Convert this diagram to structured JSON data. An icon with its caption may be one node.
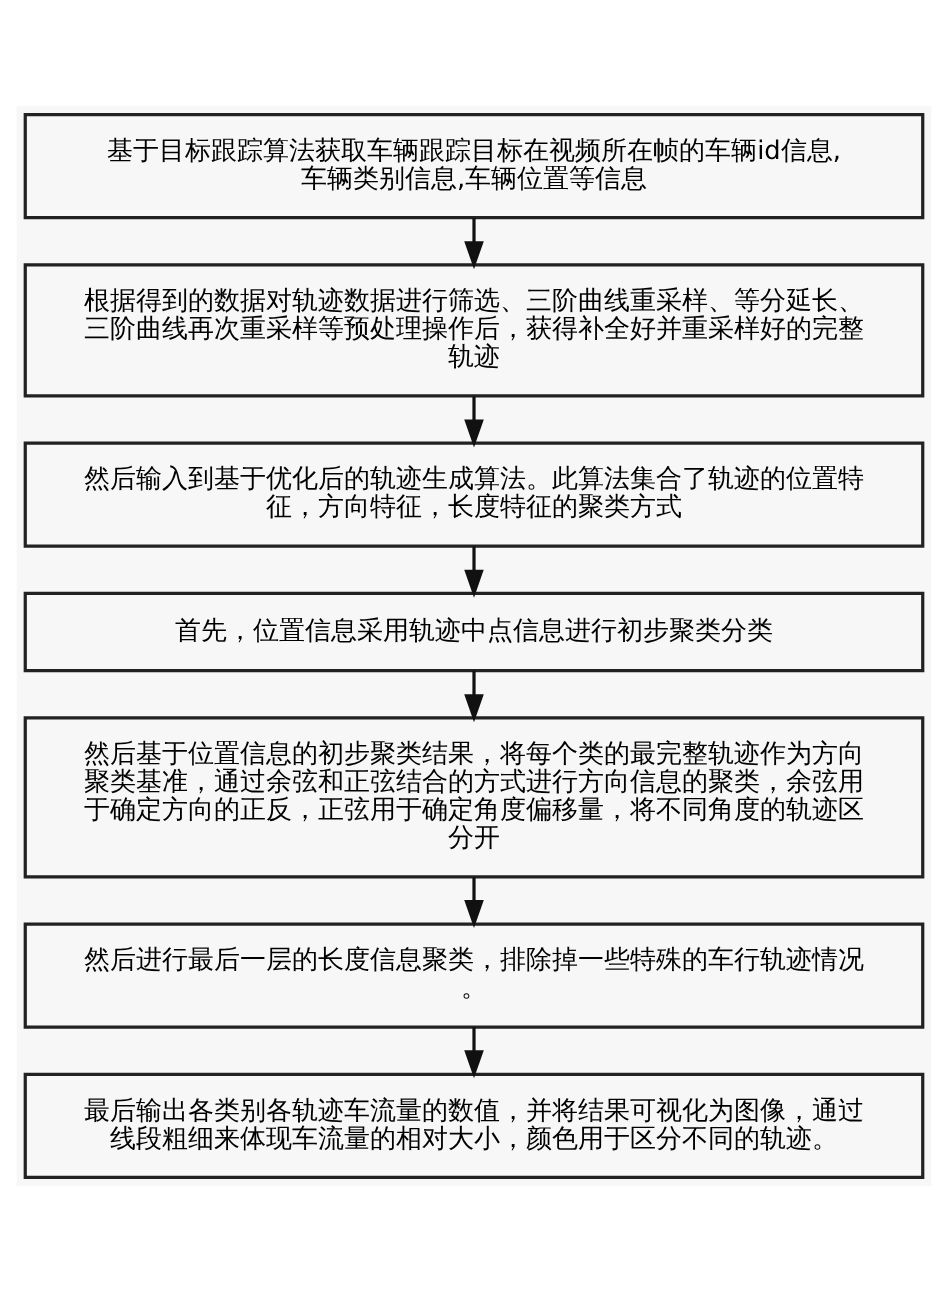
{
  "diagram": {
    "nodes": [
      {
        "text": [
          "基于目标跟踪算法获取车辆跟踪目标在视频所在帧的车辆id信息,车辆类别信息,车辆位置等信息"
        ]
      },
      {
        "text": [
          "根据得到的数据对轨迹数据进行筛选、三阶曲线重采样、等分延长、三阶曲线再次重采样等预处理操作后，获得补全好并重采样好的完整轨迹"
        ]
      },
      {
        "text": [
          "然后输入到基于优化后的轨迹生成算法。此算法集合了轨迹的位置特征，方向特征，长度特征的聚类方式"
        ]
      },
      {
        "text": [
          "首先，位置信息采用轨迹中点信息进行初步聚类分类"
        ]
      },
      {
        "text": [
          "然后基于位置信息的初步聚类结果，将每个类的最完整轨迹作为方向聚类基准，通过余弦和正弦结合的方式进行方向信息的聚类，余弦用于确定方向的正反，正弦用于确定角度偏移量，将不同角度的轨迹区分开"
        ]
      },
      {
        "text": [
          "然后进行最后一层的长度信息聚类，排除掉一些特殊的车行轨迹情况。"
        ]
      },
      {
        "text": [
          "最后输出各类别各轨迹车流量的数值，并将结果可视化为图像，通过线段粗细来体现车流量的相对大小，颜色用于区分不同的轨迹。"
        ]
      }
    ],
    "edges": [
      {
        "from": 0,
        "to": 1,
        "arrow": "to"
      },
      {
        "from": 1,
        "to": 2,
        "arrow": "to"
      },
      {
        "from": 2,
        "to": 3,
        "arrow": "to"
      },
      {
        "from": 3,
        "to": 4,
        "arrow": "to"
      },
      {
        "from": 4,
        "to": 5,
        "arrow": "to"
      },
      {
        "from": 5,
        "to": 6,
        "arrow": "to"
      }
    ]
  }
}
